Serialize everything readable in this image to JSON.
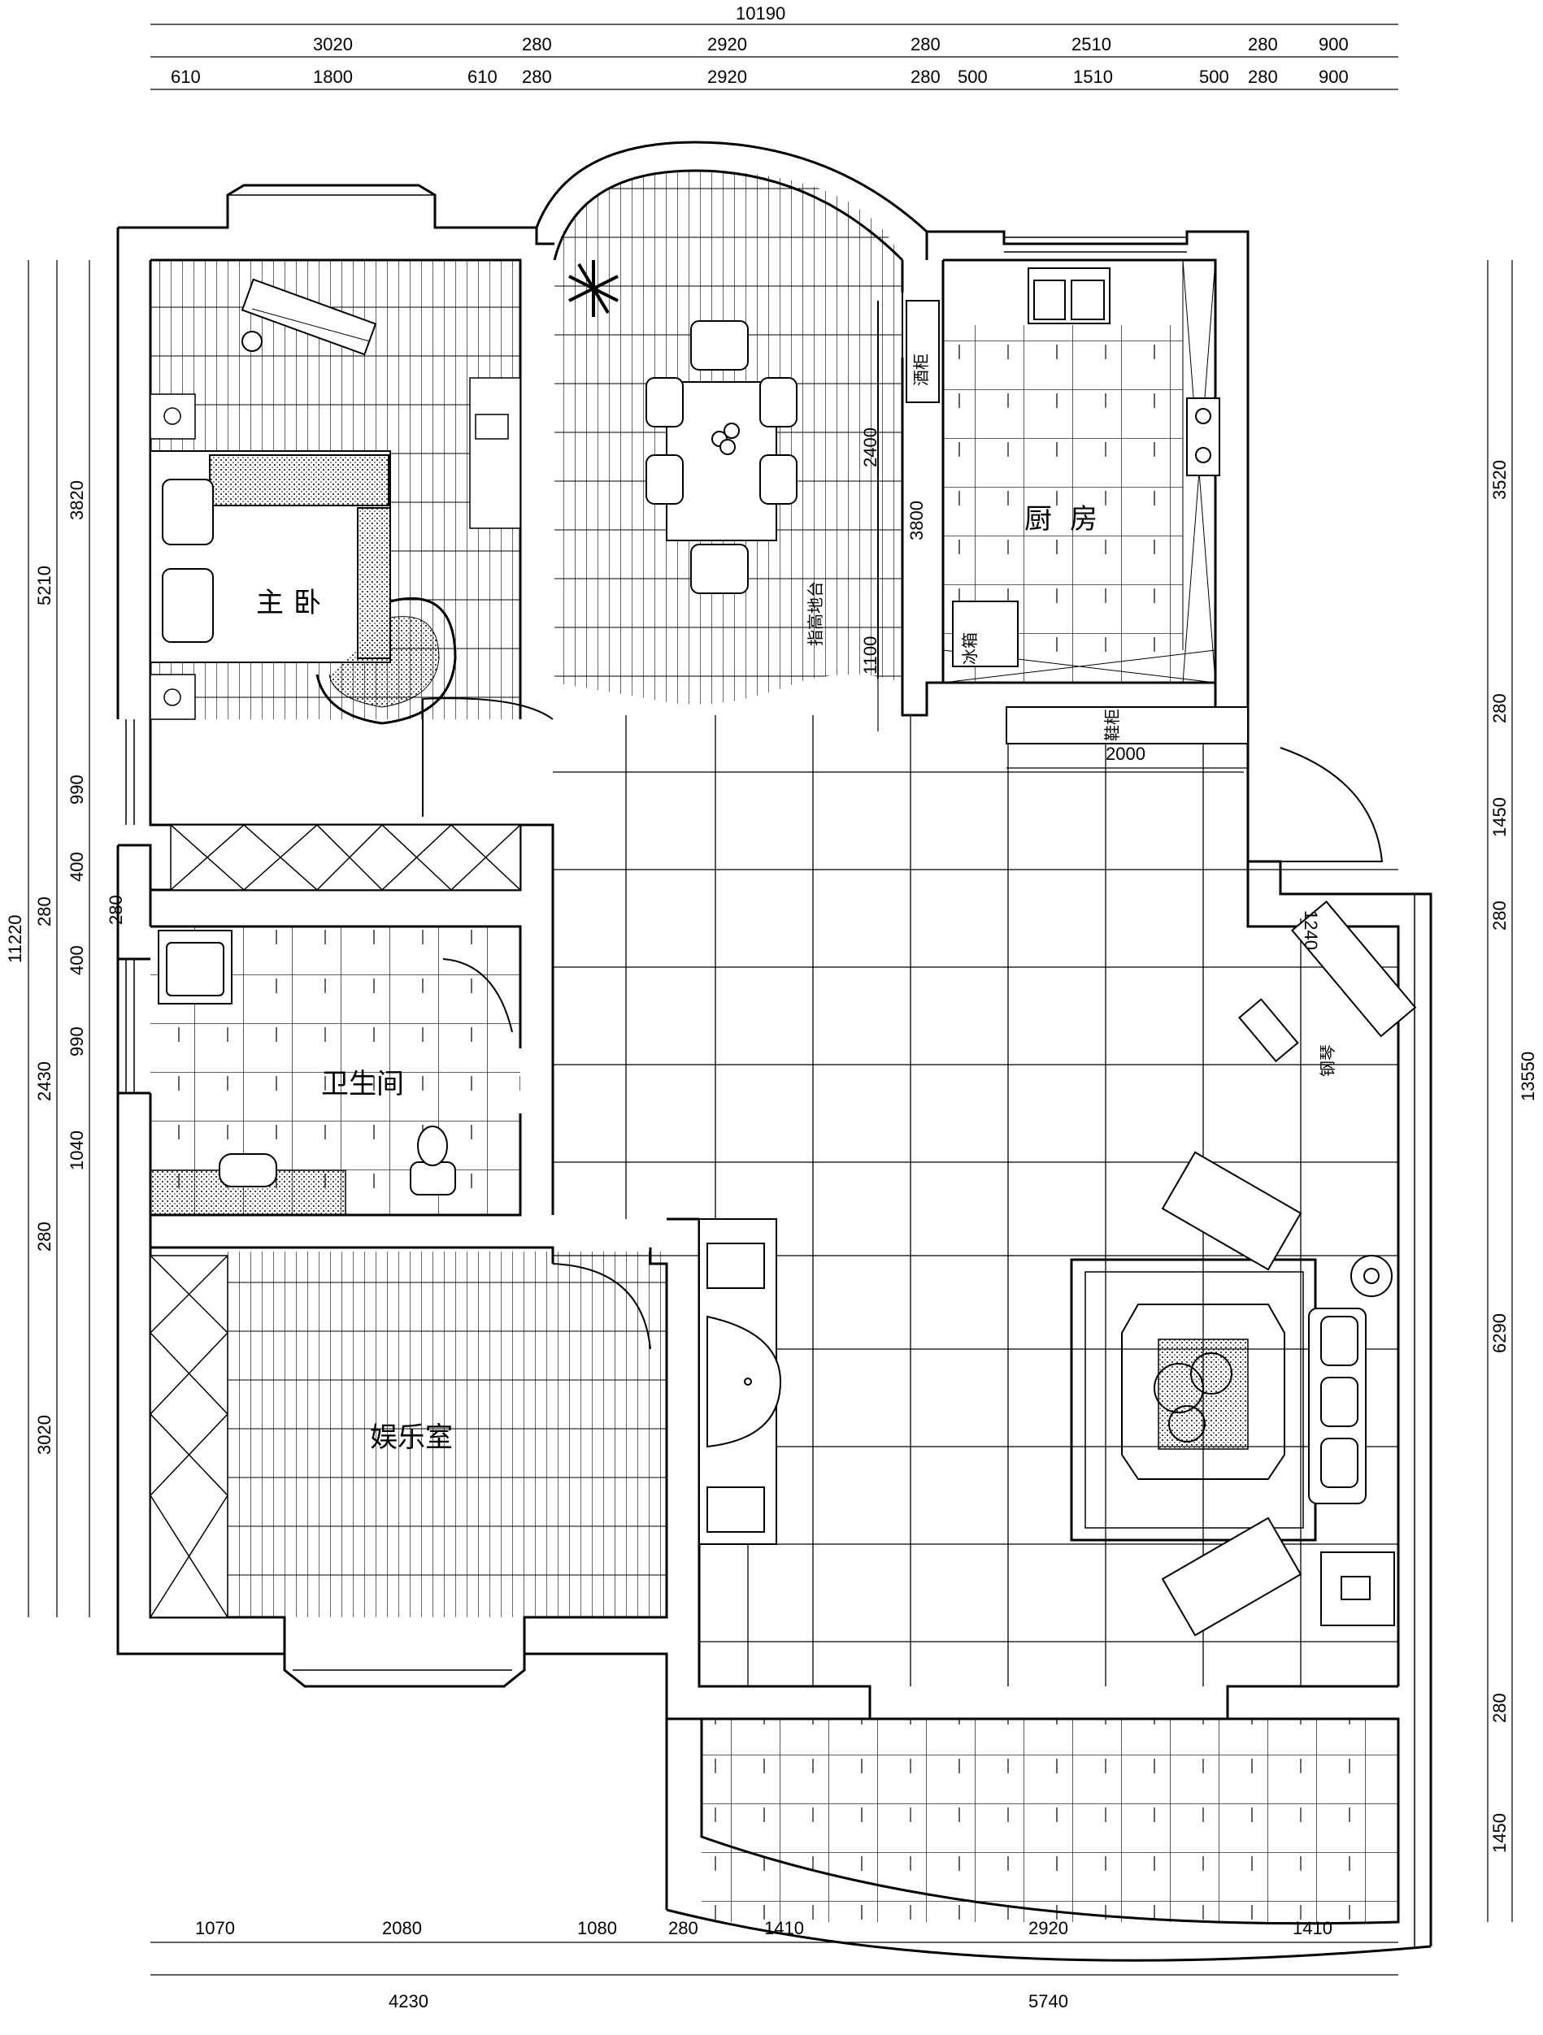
{
  "rooms": {
    "master_bedroom": "主卧",
    "kitchen": "厨房",
    "bathroom": "卫生间",
    "entertainment": "娱乐室"
  },
  "labels": {
    "bar": "指高地台",
    "fridge": "冰箱",
    "wine": "酒柜",
    "shoe": "鞋柜",
    "piano": "钢琴"
  },
  "dims": {
    "top_total": "10190",
    "top_row1": [
      "3020",
      "280",
      "2920",
      "280",
      "2510",
      "280",
      "900"
    ],
    "top_row2": [
      "610",
      "1800",
      "610",
      "280",
      "2920",
      "280",
      "500",
      "1510",
      "500",
      "280",
      "900"
    ],
    "left_total": "11220",
    "left_outer": [
      "5210",
      "280",
      "2430",
      "280",
      "3020"
    ],
    "left_inner": [
      "3820",
      "990",
      "400",
      "280",
      "400",
      "990",
      "1040"
    ],
    "right_total": "13550",
    "right_a": [
      "3520",
      "280",
      "1450",
      "280",
      "6290",
      "280",
      "1450"
    ],
    "bottom_row1": [
      "1070",
      "2080",
      "1080",
      "280",
      "1410",
      "2920",
      "1410"
    ],
    "bottom_row2": [
      "4230",
      "5740"
    ],
    "inner": {
      "dining_2400": "2400",
      "dining_3800": "3800",
      "dining_1100": "1100",
      "shoe_2000": "2000",
      "living_1240": "1240"
    }
  }
}
